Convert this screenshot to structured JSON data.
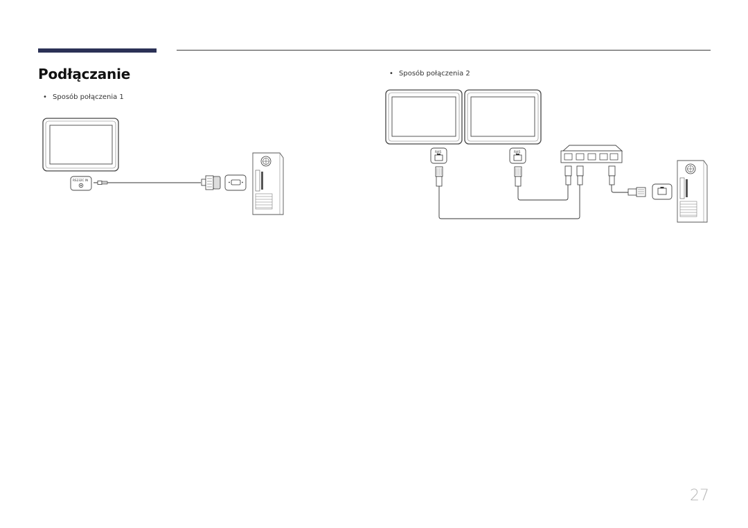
{
  "page": {
    "title": "Podłączanie",
    "page_number": "27"
  },
  "methods": [
    {
      "label": "Sposób połączenia 1",
      "port_label": "RS232C IN"
    },
    {
      "label": "Sposób połączenia 2",
      "port_label_a": "RJ45",
      "port_label_b": "RJ45"
    }
  ],
  "colors": {
    "accent_bar": "#2b3156",
    "page_number": "#b5b5b5"
  }
}
